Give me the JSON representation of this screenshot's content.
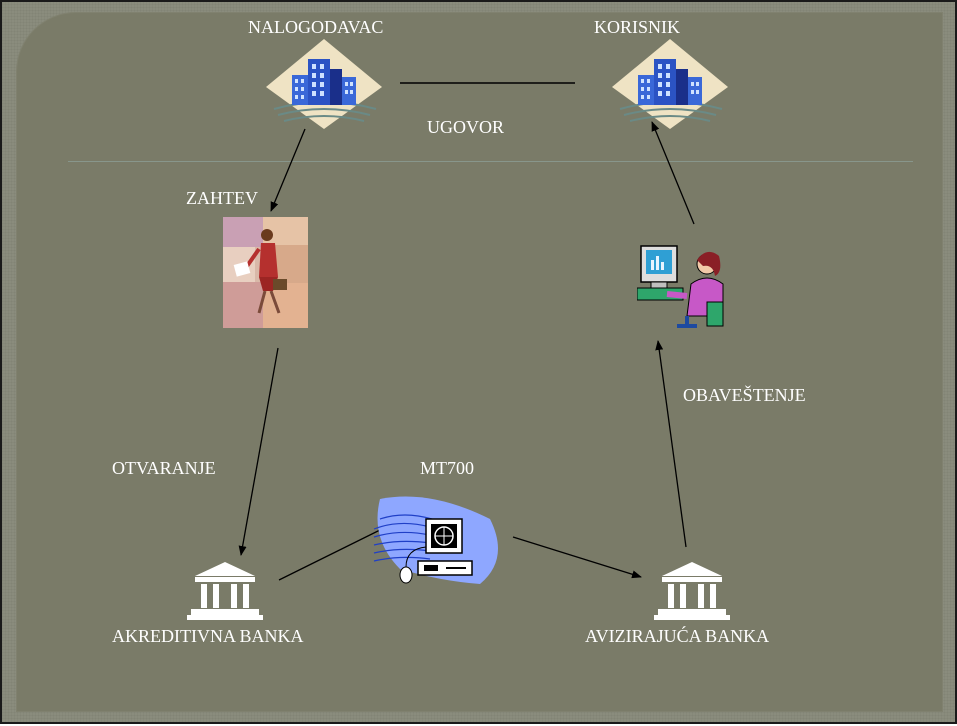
{
  "nodes": {
    "nalogodavac": "NALOGODAVAC",
    "korisnik": "KORISNIK",
    "akreditivna_banka": "AKREDITIVNA BANKA",
    "avizirajuca_banka": "AVIZIRAJUĆA BANKA"
  },
  "edges": {
    "ugovor": "UGOVOR",
    "zahtev": "ZAHTEV",
    "otvaranje": "OTVARANJE",
    "mt700": "MT700",
    "obavestenje": "OBAVEŠTENJE"
  },
  "colors": {
    "background": "#7a7b68",
    "text": "#ffffff",
    "arrow": "#000000"
  },
  "icons": [
    "building-icon",
    "businesswoman-icon",
    "computer-user-icon",
    "computer-message-icon",
    "bank-icon"
  ]
}
